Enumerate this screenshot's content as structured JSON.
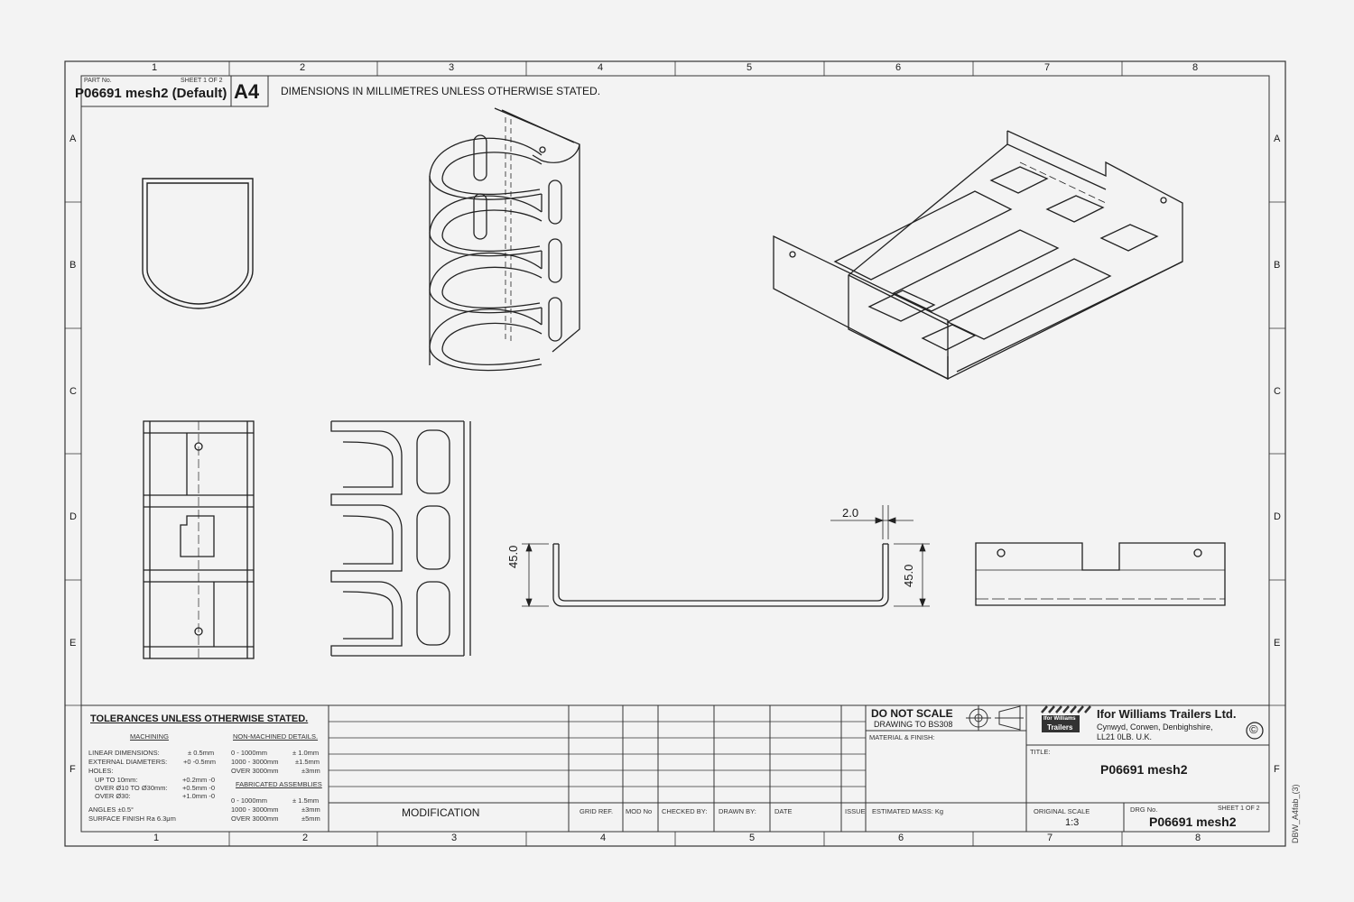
{
  "header": {
    "part_no_label": "PART No.",
    "sheet_label": "SHEET 1 OF 2",
    "part_no": "P06691 mesh2 (Default)",
    "size": "A4",
    "note": "DIMENSIONS IN MILLIMETRES UNLESS OTHERWISE STATED."
  },
  "border": {
    "columns": [
      "1",
      "2",
      "3",
      "4",
      "5",
      "6",
      "7",
      "8"
    ],
    "rows": [
      "A",
      "B",
      "C",
      "D",
      "E",
      "F"
    ]
  },
  "dimensions": {
    "thickness": "2.0",
    "left_height": "45.0",
    "right_height": "45.0"
  },
  "tolerances": {
    "title": "TOLERANCES UNLESS OTHERWISE STATED.",
    "machining_heading": "MACHINING",
    "nonmachined_heading": "NON-MACHINED DETAILS.",
    "fabricated_heading": "FABRICATED ASSEMBLIES",
    "m1_label": "LINEAR DIMENSIONS:",
    "m1_val": "± 0.5mm",
    "m2_label": "EXTERNAL DIAMETERS:",
    "m2_val": "+0 -0.5mm",
    "m3_label": "HOLES:",
    "m4_label": "UP TO 10mm:",
    "m4_val": "+0.2mm -0",
    "m5_label": "OVER Ø10 TO Ø30mm:",
    "m5_val": "+0.5mm -0",
    "m6_label": "OVER Ø30:",
    "m6_val": "+1.0mm -0",
    "m7_label": "ANGLES ±0.5°",
    "m8_label": "SURFACE FINISH  Ra 6.3μm",
    "n1_label": "0 - 1000mm",
    "n1_val": "± 1.0mm",
    "n2_label": "1000 - 3000mm",
    "n2_val": "±1.5mm",
    "n3_label": "OVER 3000mm",
    "n3_val": "±3mm",
    "f1_label": "0 - 1000mm",
    "f1_val": "± 1.5mm",
    "f2_label": "1000 - 3000mm",
    "f2_val": "±3mm",
    "f3_label": "OVER 3000mm",
    "f3_val": "±5mm"
  },
  "revision": {
    "modification": "MODIFICATION",
    "grid_ref": "GRID REF.",
    "mod_no": "MOD No",
    "checked_by": "CHECKED BY:",
    "drawn_by": "DRAWN BY:",
    "date": "DATE",
    "issue": "ISSUE"
  },
  "material": {
    "do_not_scale": "DO NOT SCALE",
    "drawing_to": "DRAWING TO BS308",
    "material_finish": "MATERIAL & FINISH:",
    "estimated_mass": "ESTIMATED MASS: Kg"
  },
  "company": {
    "logo_line1": "Ifor Williams",
    "logo_line2": "Trailers",
    "name": "Ifor Williams Trailers Ltd.",
    "address1": "Cynwyd, Corwen, Denbighshire,",
    "address2": "LL21 0LB.    U.K.",
    "copyright": "©"
  },
  "title_block": {
    "title_label": "TITLE:",
    "title": "P06691 mesh2",
    "scale_label": "ORIGINAL SCALE",
    "scale": "1:3",
    "drg_label": "DRG No.",
    "sheet": "SHEET 1 OF 2",
    "drg_no": "P06691 mesh2"
  },
  "side_note": "DBW_A4fab_(3)"
}
